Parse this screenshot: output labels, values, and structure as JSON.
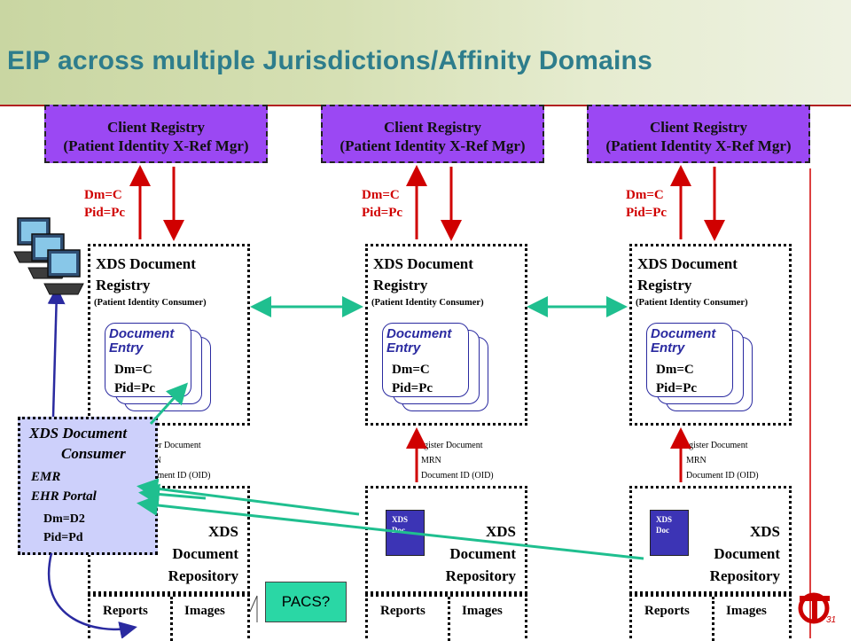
{
  "title": "EIP across multiple Jurisdictions/Affinity Domains",
  "client_registry": {
    "line1": "Client Registry",
    "line2": "(Patient Identity X-Ref Mgr)"
  },
  "dm_labels": {
    "dm": "Dm=C",
    "pid": "Pid=Pc"
  },
  "registry": {
    "line1": "XDS Document",
    "line2": "Registry",
    "sub": "(Patient Identity Consumer)"
  },
  "document_entry": {
    "line1": "Document",
    "line2": "Entry",
    "dm": "Dm=C",
    "pid": "Pid=Pc"
  },
  "register_text": {
    "line1": "Register Document",
    "line2": "MRN",
    "line3": "Document ID (OID)"
  },
  "register_text_partial": {
    "line1": "ster Document",
    "line2": "RN",
    "line3": "cument ID (OID)"
  },
  "repository": {
    "line1": "XDS",
    "line2": "Document",
    "line3": "Repository"
  },
  "xds_doc": {
    "line1": "XDS",
    "line2": "Doc"
  },
  "reports_images": {
    "reports": "Reports",
    "images": "Images"
  },
  "consumer": {
    "line1": "XDS Document",
    "line2": "Consumer",
    "emr": "EMR",
    "portal": "EHR Portal",
    "dm": "Dm=D2",
    "pid": "Pid=Pd"
  },
  "pacs": "PACS?",
  "page_number": "31",
  "colors": {
    "title": "#2e7d8c",
    "client_registry": "#9b48f3",
    "red_arrow": "#d00000",
    "teal_arrow": "#1fbf8f",
    "consumer_bg": "#cdd0fb",
    "navy_arrow": "#2a2aa0",
    "pacs": "#2ad7a5"
  }
}
